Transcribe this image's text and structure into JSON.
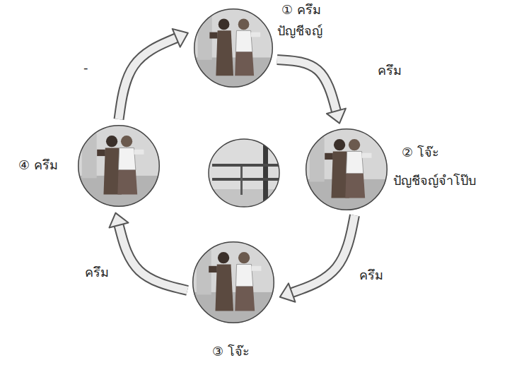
{
  "diagram": {
    "nodes": [
      {
        "text": [
          "① ครึม",
          "ปัญชีจญ์"
        ]
      },
      {
        "text": [
          "② โจ๊ะ",
          "ปัญชีจญ์จำโป๊บ"
        ]
      },
      {
        "text": [
          "③ โจ๊ะ"
        ]
      },
      {
        "text": [
          "④ ครึม"
        ]
      }
    ],
    "edges": [
      {
        "from": 0,
        "to": 1,
        "arrow": "to",
        "label": "ครึม"
      },
      {
        "from": 1,
        "to": 2,
        "arrow": "to",
        "label": "ครึม"
      },
      {
        "from": 2,
        "to": 3,
        "arrow": "to",
        "label": "ครึม"
      },
      {
        "from": 3,
        "to": 0,
        "arrow": "to",
        "label": "-"
      }
    ]
  }
}
